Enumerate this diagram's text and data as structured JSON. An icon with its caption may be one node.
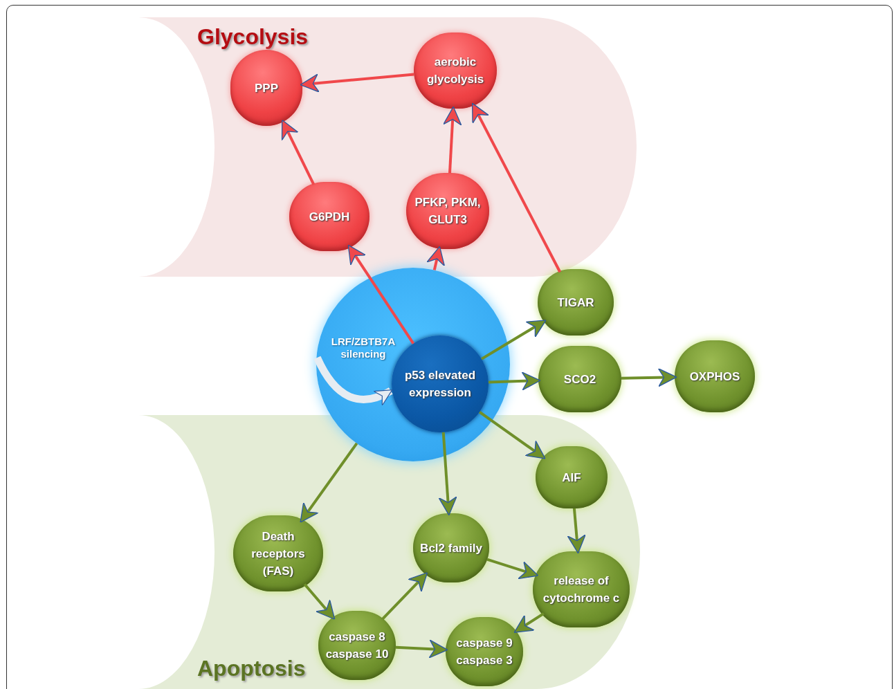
{
  "diagram": {
    "nodes": [
      {
        "text": [
          "Glycolysis"
        ]
      },
      {
        "text": [
          "PPP"
        ],
        "in": 0
      },
      {
        "text": [
          "aerobic glycolysis"
        ],
        "in": 0
      },
      {
        "text": [
          "G6PDH"
        ],
        "in": 0
      },
      {
        "text": [
          "PFKP, PKM, GLUT3"
        ],
        "in": 0
      },
      {
        "text": [
          "LRF/ZBTB7A silencing"
        ]
      },
      {
        "text": [
          "p53 elevated expression"
        ],
        "in": 5
      },
      {
        "text": [
          "TIGAR"
        ]
      },
      {
        "text": [
          "SCO2"
        ]
      },
      {
        "text": [
          "OXPHOS"
        ]
      },
      {
        "text": [
          "Apoptosis"
        ]
      },
      {
        "text": [
          "AIF"
        ],
        "in": 10
      },
      {
        "text": [
          "Death receptors (FAS)"
        ],
        "in": 10
      },
      {
        "text": [
          "Bcl2 family"
        ],
        "in": 10
      },
      {
        "text": [
          "release of cytochrome c"
        ],
        "in": 10
      },
      {
        "text": [
          "caspase 8 caspase 10"
        ],
        "in": 10
      },
      {
        "text": [
          "caspase 9 caspase 3"
        ],
        "in": 10
      }
    ],
    "edges": [
      {
        "from": 2,
        "to": 1,
        "arrow": "to",
        "color": "#f0484b"
      },
      {
        "from": 3,
        "to": 1,
        "arrow": "to",
        "color": "#f0484b"
      },
      {
        "from": 4,
        "to": 2,
        "arrow": "to",
        "color": "#f0484b"
      },
      {
        "from": 7,
        "to": 2,
        "arrow": "to",
        "color": "#f0484b"
      },
      {
        "from": 6,
        "to": 3,
        "arrow": "to",
        "color": "#f0484b"
      },
      {
        "from": 5,
        "to": 4,
        "arrow": "to",
        "color": "#f0484b"
      },
      {
        "from": 5,
        "to": 6,
        "arrow": "to",
        "style": "thick",
        "color": "#e6ecf2"
      },
      {
        "from": 6,
        "to": 7,
        "arrow": "to"
      },
      {
        "from": 6,
        "to": 8,
        "arrow": "to"
      },
      {
        "from": 8,
        "to": 9,
        "arrow": "to"
      },
      {
        "from": 6,
        "to": 11,
        "arrow": "to"
      },
      {
        "from": 6,
        "to": 13,
        "arrow": "to"
      },
      {
        "from": 5,
        "to": 12,
        "arrow": "to"
      },
      {
        "from": 11,
        "to": 14,
        "arrow": "to"
      },
      {
        "from": 13,
        "to": 14,
        "arrow": "to"
      },
      {
        "from": 14,
        "to": 16,
        "arrow": "to"
      },
      {
        "from": 12,
        "to": 15,
        "arrow": "to"
      },
      {
        "from": 15,
        "to": 13,
        "arrow": "to"
      },
      {
        "from": 15,
        "to": 16,
        "arrow": "to"
      }
    ]
  }
}
